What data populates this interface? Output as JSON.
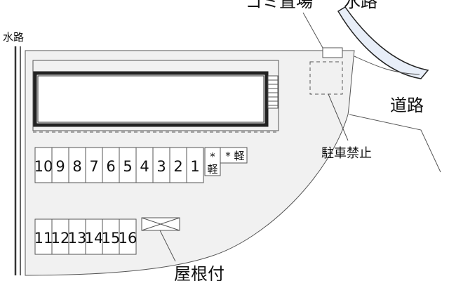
{
  "labels": {
    "waterway_left": "水路",
    "waterway_top": "水路",
    "garbage": "ゴミ置場",
    "road": "道路",
    "no_parking": "駐車禁止",
    "roofed": "屋根付"
  },
  "parking_row_top": [
    "10",
    "9",
    "8",
    "7",
    "6",
    "5",
    "4",
    "3",
    "2",
    "1"
  ],
  "kei_slots": [
    {
      "star": "*",
      "label": "軽"
    },
    {
      "star": "*",
      "label": "軽"
    }
  ],
  "parking_row_bottom": [
    "11",
    "12",
    "13",
    "14",
    "15",
    "16"
  ],
  "colors": {
    "lot_fill": "#f1f1f1",
    "line": "#555555",
    "building_border": "#222222",
    "waterway_fill": "#e8eef8"
  }
}
